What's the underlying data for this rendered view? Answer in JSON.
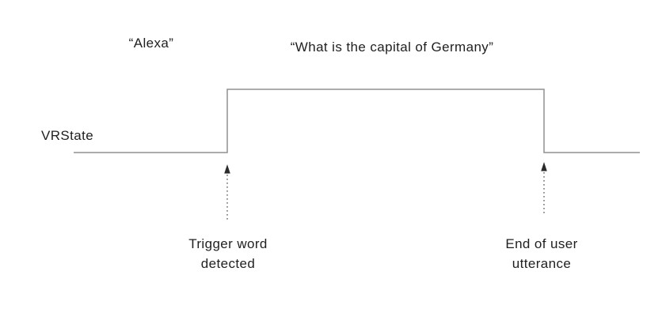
{
  "labels": {
    "trigger_utterance": "“Alexa”",
    "query_utterance": "“What is the capital of Germany”",
    "signal_name": "VRState",
    "trigger_annotation": "Trigger word\ndetected",
    "end_annotation": "End of user\nutterance"
  },
  "colors": {
    "waveform_line": "#8f8f8f",
    "arrow": "#2b2b2b",
    "text": "#1f1f1f",
    "background": "#ffffff"
  }
}
